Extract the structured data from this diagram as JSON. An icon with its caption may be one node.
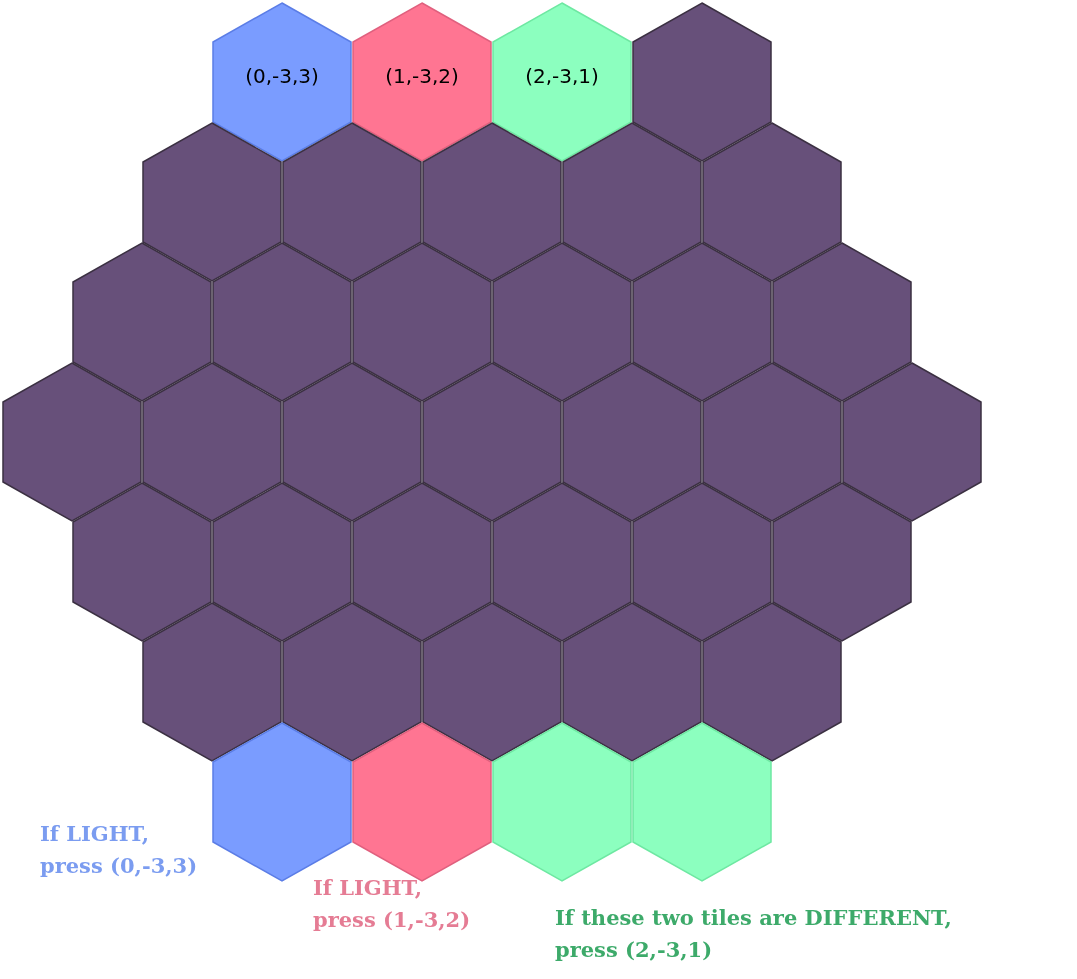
{
  "diagram": {
    "nodes": [
      {
        "text": [
          "(0,-3,3)"
        ]
      },
      {
        "text": [
          "(1,-3,2)"
        ]
      },
      {
        "text": [
          "(2,-3,1)"
        ]
      },
      {
        "text": [],
        "shape": "hexagon"
      },
      {
        "text": [],
        "shape": "hexagon"
      },
      {
        "text": [],
        "shape": "hexagon"
      },
      {
        "text": [],
        "shape": "hexagon"
      },
      {
        "text": [],
        "shape": "hexagon"
      },
      {
        "text": [],
        "shape": "hexagon"
      },
      {
        "text": [],
        "shape": "hexagon"
      },
      {
        "text": [],
        "shape": "hexagon"
      },
      {
        "text": [],
        "shape": "hexagon"
      },
      {
        "text": [],
        "shape": "hexagon"
      },
      {
        "text": [],
        "shape": "hexagon"
      },
      {
        "text": [],
        "shape": "hexagon"
      },
      {
        "text": [],
        "shape": "hexagon"
      },
      {
        "text": [],
        "shape": "hexagon"
      },
      {
        "text": [],
        "shape": "hexagon"
      },
      {
        "text": [],
        "shape": "hexagon"
      },
      {
        "text": [],
        "shape": "hexagon"
      },
      {
        "text": [],
        "shape": "hexagon"
      },
      {
        "text": [],
        "shape": "hexagon"
      },
      {
        "text": [],
        "shape": "hexagon"
      },
      {
        "text": [],
        "shape": "hexagon"
      },
      {
        "text": [],
        "shape": "hexagon"
      },
      {
        "text": [],
        "shape": "hexagon"
      },
      {
        "text": [],
        "shape": "hexagon"
      },
      {
        "text": [],
        "shape": "hexagon"
      },
      {
        "text": [],
        "shape": "hexagon"
      },
      {
        "text": [],
        "shape": "hexagon"
      },
      {
        "text": [],
        "shape": "hexagon"
      },
      {
        "text": [],
        "shape": "hexagon"
      },
      {
        "text": [],
        "shape": "hexagon"
      },
      {
        "text": [],
        "shape": "hexagon"
      },
      {
        "text": [],
        "shape": "hexagon"
      },
      {
        "text": [],
        "shape": "hexagon"
      },
      {
        "text": [],
        "shape": "hexagon"
      }
    ],
    "edges": [],
    "labels": [
      "If LIGHT, press (0,-3,3)",
      "If LIGHT, press (1,-3,2)",
      "If these two tiles are DIFFERENT, press (2,-3,1)"
    ]
  }
}
